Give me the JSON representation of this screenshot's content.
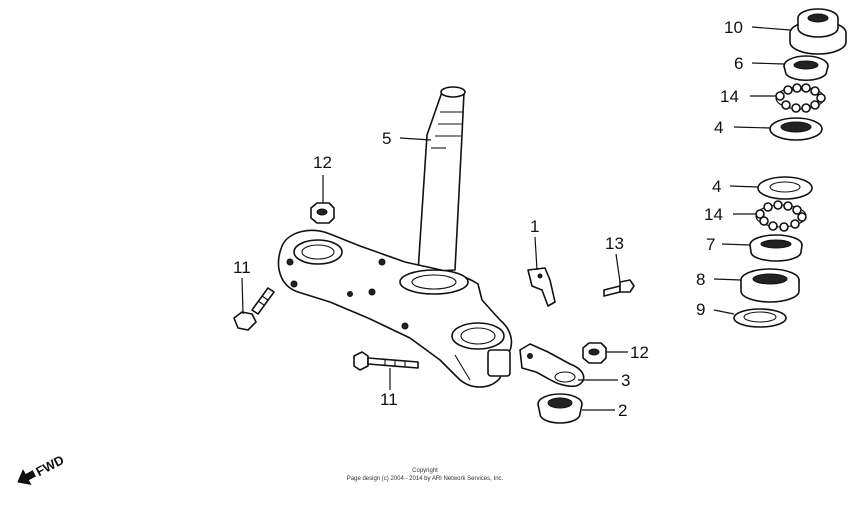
{
  "callouts": {
    "c10": "10",
    "c6": "6",
    "c14a": "14",
    "c4a": "4",
    "c4b": "4",
    "c14b": "14",
    "c7": "7",
    "c8": "8",
    "c9": "9",
    "c5": "5",
    "c12a": "12",
    "c1": "1",
    "c13": "13",
    "c11a": "11",
    "c11b": "11",
    "c12b": "12",
    "c3": "3",
    "c2": "2"
  },
  "direction_label": "FWD",
  "footer": {
    "line1": "Copyright",
    "line2": "Page design (c) 2004 - 2014 by ARI Network Services, Inc."
  }
}
